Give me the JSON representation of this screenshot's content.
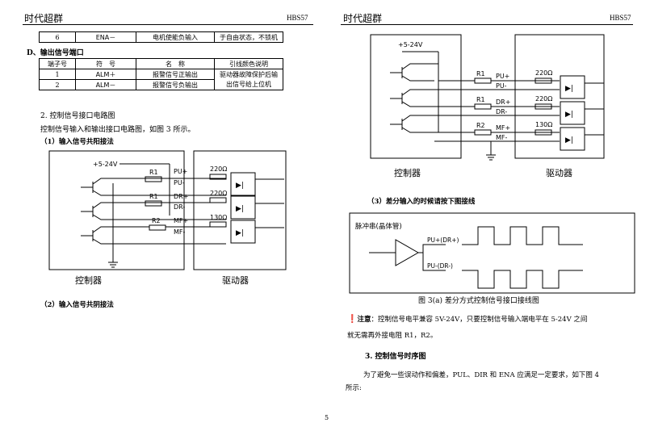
{
  "header": {
    "left_title_l": "时代超群",
    "model_l": "HBS57",
    "left_title_r": "时代超群",
    "model_r": "HBS57"
  },
  "table_top": {
    "num": "6",
    "sym": "ENA－",
    "name": "电机使能负输入",
    "note": "于自由状态，不锁机"
  },
  "section_d": "D、输出信号端口",
  "output_table": {
    "headers": [
      "端子号",
      "符　号",
      "名　称",
      "引线颜色说明"
    ],
    "rows": [
      {
        "num": "1",
        "sym": "ALM＋",
        "name": "报警信号正输出"
      },
      {
        "num": "2",
        "sym": "ALM－",
        "name": "报警信号负输出"
      }
    ],
    "note_line1": "驱动器故障保护后输",
    "note_line2": "出信号给上位机"
  },
  "section2_title": "2.  控制信号接口电路图",
  "section2_desc": "控制信号输入和输出接口电路图，如图 3 所示。",
  "sub1_title": "（1）输入信号共阳接法",
  "sub2_title": "（2）输入信号共阴接法",
  "sub3_title": "（3）差分输入的时候请按下图接线",
  "circuit": {
    "supply": "+5-24V",
    "r1": "R1",
    "r2": "R2",
    "pu_plus": "PU+",
    "pu_minus": "PU-",
    "dr_plus": "DR+",
    "dr_minus": "DR-",
    "mf_plus": "MF+",
    "mf_minus": "MF-",
    "res_220": "220Ω",
    "res_130": "130Ω",
    "controller": "控制器",
    "driver": "驱动器"
  },
  "diff_diagram": {
    "pulse_label": "脉冲串(晶体管)",
    "pu_label": "PU+(DR+)",
    "pu_minus_label": "PU-(DR-)"
  },
  "figure_caption": "图 3(a)  差分方式控制信号接口接线图",
  "note": {
    "prefix": "注意",
    "text1": "：控制信号电平兼容 5V-24V，只要控制信号输入端电平在 5-24V 之间",
    "text2": "就无需再外接电阻 R1，R2。"
  },
  "section3_title": "3.  控制信号时序图",
  "section3_text1": "为了避免一些误动作和偏差，PUL、DIR 和 ENA 应满足一定要求，如下图 4",
  "section3_text2": "所示:",
  "page_number": "5"
}
